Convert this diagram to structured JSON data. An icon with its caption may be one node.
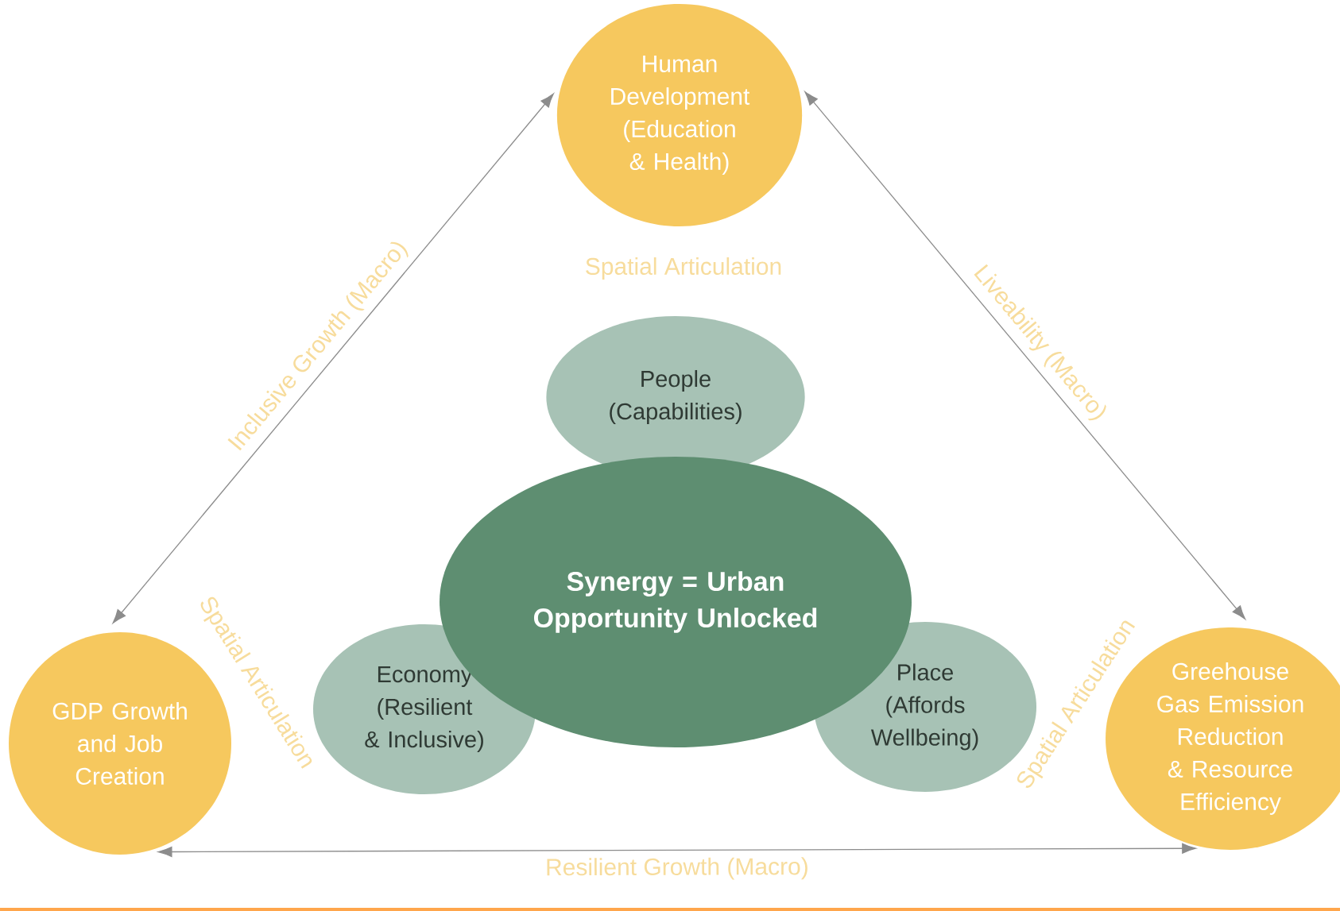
{
  "diagram": {
    "nodes": [
      {
        "text": [
          "Human Development (Education & Health)"
        ]
      },
      {
        "text": [
          "People (Capabilities)"
        ]
      },
      {
        "text": [
          "Synergy = Urban Opportunity Unlocked"
        ]
      },
      {
        "text": [
          "Economy (Resilient & Inclusive)"
        ]
      },
      {
        "text": [
          "Place (Affords Wellbeing)"
        ]
      },
      {
        "text": [
          "GDP Growth and Job Creation"
        ]
      },
      {
        "text": [
          "Greehouse Gas Emission Reduction & Resource Efficiency"
        ]
      }
    ],
    "edges": [
      {
        "from": 0,
        "to": 5,
        "arrow": "both",
        "label": "Inclusive Growth (Macro)"
      },
      {
        "from": 0,
        "to": 6,
        "arrow": "both",
        "label": "Liveability (Macro)"
      },
      {
        "from": 5,
        "to": 6,
        "arrow": "both",
        "label": "Resilient Growth (Macro)"
      }
    ],
    "labels": [
      "Spatial Articulation",
      "Spatial Articulation",
      "Spatial Articulation"
    ]
  }
}
